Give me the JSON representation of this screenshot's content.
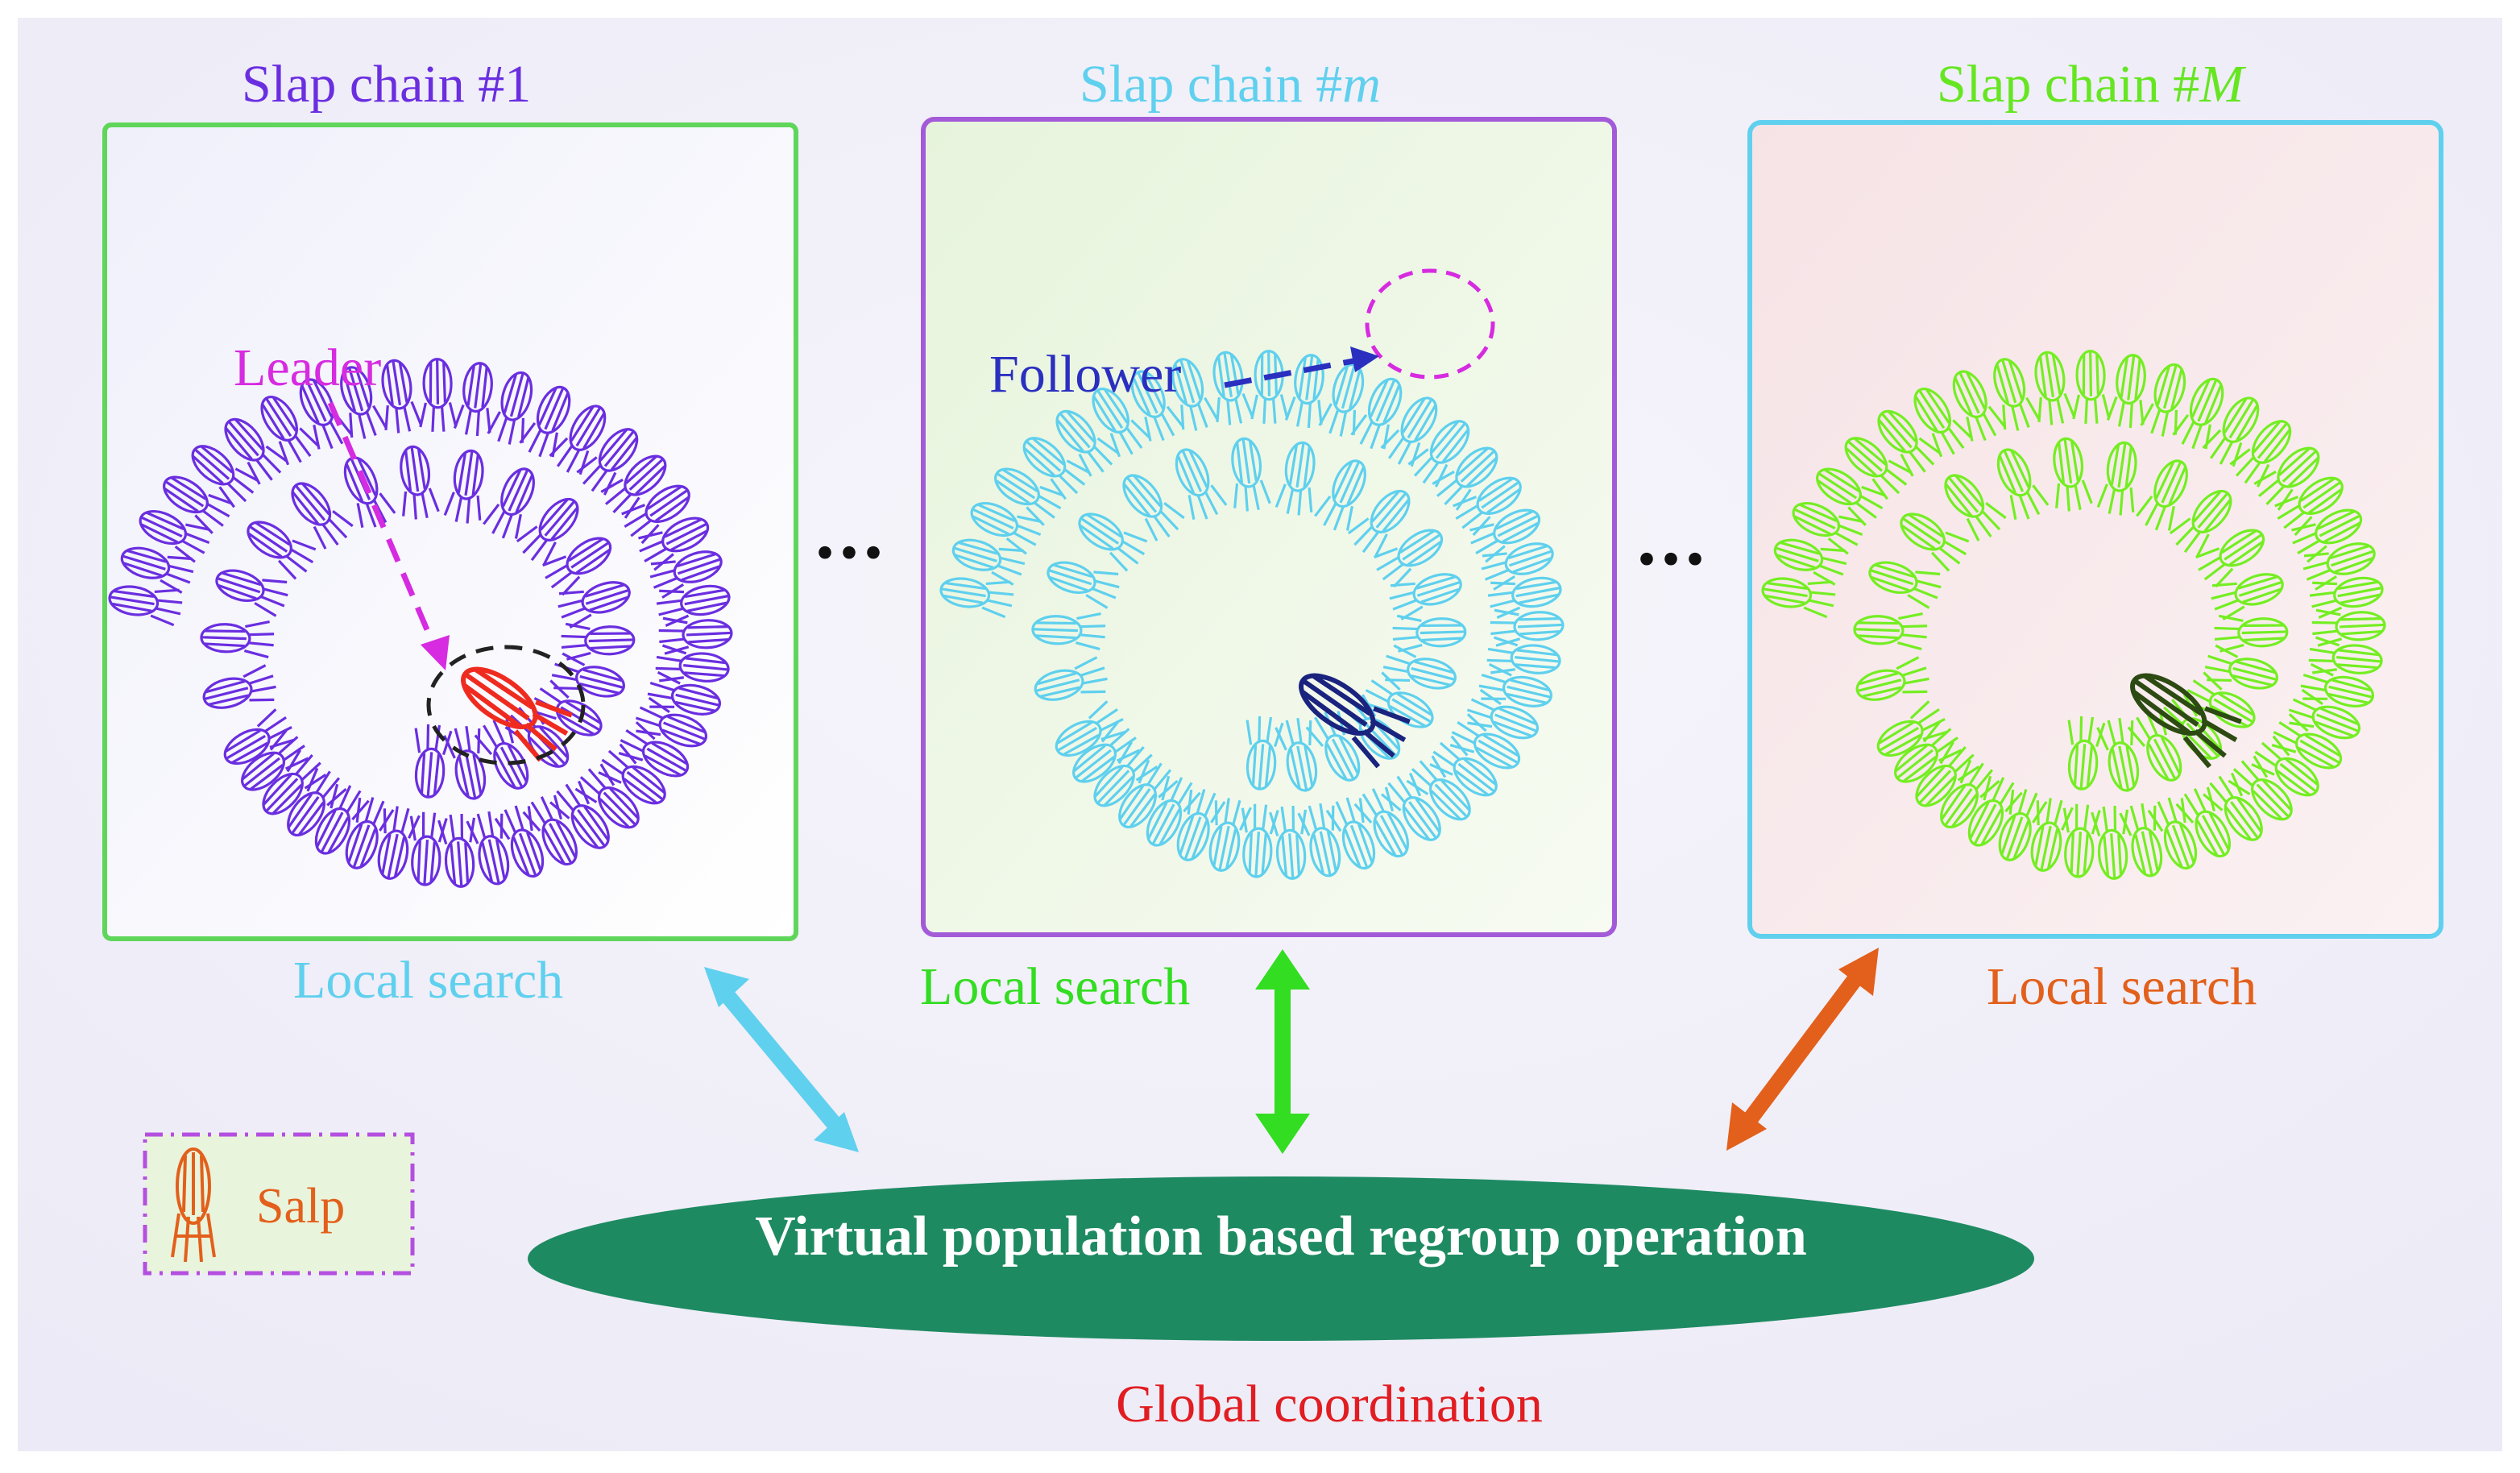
{
  "panels": [
    {
      "title_prefix": "Slap chain #",
      "title_index": "1",
      "title_color": "#6a2ee0",
      "border_color": "#5fd65a",
      "salp_color": "#6a2ee0",
      "center_color": "#ef2b20",
      "local_search": "Local search",
      "local_search_color": "#5fd0ee"
    },
    {
      "title_prefix": "Slap chain #",
      "title_index": "m",
      "title_color": "#5fd0ee",
      "border_color": "#a35ad8",
      "salp_color": "#5fd0ee",
      "center_color": "#1a237e",
      "local_search": "Local search",
      "local_search_color": "#33dd22"
    },
    {
      "title_prefix": "Slap chain #",
      "title_index": "M",
      "title_color": "#66e622",
      "border_color": "#5fd0ee",
      "salp_color": "#74ee22",
      "center_color": "#2c4a12",
      "local_search": "Local search",
      "local_search_color": "#e2601b"
    }
  ],
  "annotations": {
    "leader": "Leader",
    "leader_color": "#d62be0",
    "follower": "Follower",
    "follower_color": "#2a2fc0"
  },
  "ellipsis": "...",
  "regroup": {
    "label": "Virtual population based regroup operation",
    "fill": "#1e8a62"
  },
  "global": {
    "label": "Global coordination"
  },
  "legend": {
    "label": "Salp"
  },
  "arrows": {
    "left": "#5fd0ee",
    "middle": "#33dd22",
    "right": "#e2601b"
  }
}
